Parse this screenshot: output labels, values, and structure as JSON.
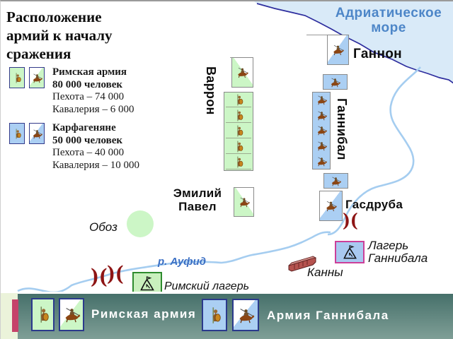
{
  "slide": {
    "title": "Расположение армий к началу сражения"
  },
  "sea": {
    "name": "Адриатическое\nморе"
  },
  "legend": {
    "roman": {
      "title": "Римская армия",
      "total": "80 000 человек",
      "infantry": "Пехота – 74 000",
      "cavalry": "Кавалерия – 6 000"
    },
    "carthaginian": {
      "title": "Карфагеняне",
      "total": "50 000 человек",
      "infantry": "Пехота – 40 000",
      "cavalry": "Кавалерия – 10 000"
    }
  },
  "map": {
    "labels": {
      "hanno": "Ганнон",
      "varro": "Варрон",
      "hannibal": "Ганнибал",
      "aemilius_paulus": "Эмилий\nПавел",
      "hasdrubal": "Гасдруба",
      "baggage": "Обоз",
      "river": "р. Ауфид",
      "cannae": "Канны",
      "roman_camp": "Римский лагерь",
      "hannibal_camp": "Лагерь\nГаннибала"
    },
    "markers": {
      "crossing": ")("
    }
  },
  "footer": {
    "roman": "Римская армия",
    "carthaginian": "Армия Ганнибала"
  },
  "colors": {
    "roman_unit": "#ccf6c6",
    "carthage_unit": "#abcff3",
    "sea_fill": "#d9eaf8",
    "coast": "#2d2d9e",
    "river": "#a5cdf0",
    "sea_text": "#4d86c8",
    "bar_top": "#46706a",
    "bar_bottom": "#81a098",
    "accent_crimson": "#c5436a",
    "camp_roman_border": "#2e8b2e",
    "camp_hannibal_border": "#cc3f99",
    "marker_red": "#8e1515",
    "pale_strip": "#ebf3da"
  }
}
